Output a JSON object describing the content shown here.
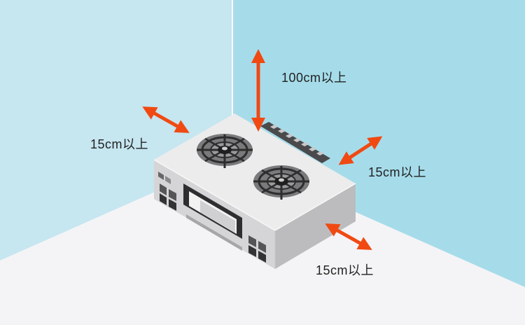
{
  "colors": {
    "wall_left": "#c6e6f0",
    "wall_back": "#a6dcea",
    "floor": "#f4f4f6",
    "arrow": "#f04a12",
    "stove_top": "#e9e9ea",
    "stove_front": "#d2d2d4",
    "stove_side": "#bdbdc0",
    "grate": "#2d2d2d"
  },
  "clearances": {
    "top": {
      "label": "100cm以上"
    },
    "left": {
      "label": "15cm以上"
    },
    "right": {
      "label": "15cm以上"
    },
    "front": {
      "label": "15cm以上"
    }
  },
  "icons": {
    "burner_left": "burner-grate-icon",
    "burner_right": "burner-grate-icon",
    "arrow": "double-headed-arrow-icon"
  }
}
